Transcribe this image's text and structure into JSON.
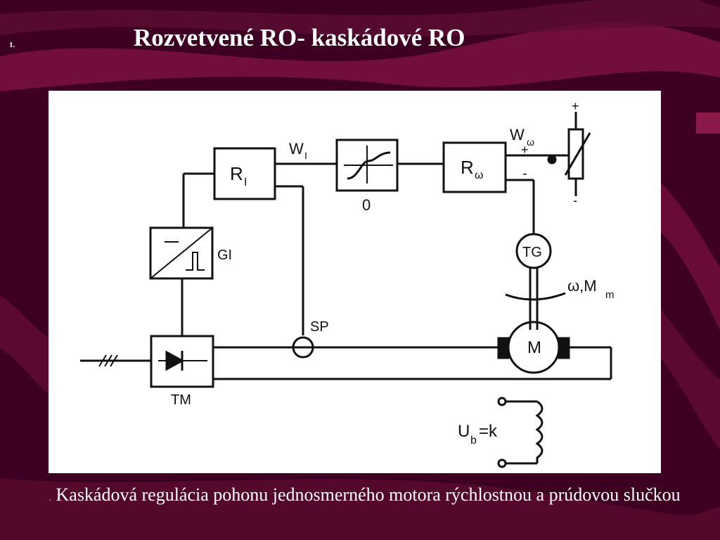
{
  "slide": {
    "number": "1.",
    "title": "Rozvetvené RO- kaskádové RO",
    "caption_prefix": ".",
    "caption": " Kaskádová regulácia pohonu jednosmerného motora rýchlostnou a prúdovou slučkou"
  },
  "diagram": {
    "blocks": {
      "current_regulator": "R",
      "current_regulator_sub": "I",
      "limiter_label": "0",
      "speed_regulator": "R",
      "speed_regulator_sub": "ω",
      "pulse_generator": "GI",
      "thyristor_converter": "TM",
      "tachogenerator": "TG",
      "motor": "M",
      "current_sensor": "SP"
    },
    "signals": {
      "current_reference": "W",
      "current_reference_sub": "I",
      "speed_reference": "W",
      "speed_reference_sub": "ω",
      "plus": "+",
      "minus": "-",
      "pot_plus": "+",
      "pot_minus": "-",
      "shaft_label": "ω,M",
      "shaft_label_sub": "m",
      "excitation": "U",
      "excitation_sub": "b",
      "excitation_value": "=k"
    }
  },
  "colors": {
    "background": "#3a0020",
    "accent_wave": "#7a1040",
    "text": "#ffffff",
    "figure_bg": "#ffffff"
  }
}
